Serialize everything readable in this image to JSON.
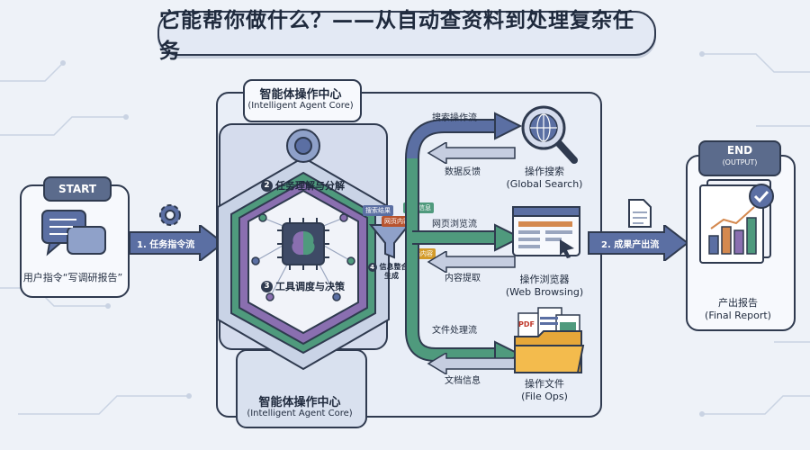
{
  "title": "它能帮你做什么？——从自动查资料到处理复杂任务",
  "start": {
    "badge": "START",
    "caption": "用户指令“写调研报告”"
  },
  "flow_in_label": "1. 任务指令流",
  "core": {
    "top_title": "智能体操作中心",
    "top_subtitle": "(Intelligent Agent Core)",
    "bottom_title": "智能体操作中心",
    "bottom_subtitle": "(Intelligent Agent Core)",
    "stage2": {
      "num": "2",
      "label": "任务理解与分解"
    },
    "stage3": {
      "num": "3",
      "label": "工具调度与决策"
    },
    "stage4": {
      "num": "4",
      "label": "信息整合与生成"
    },
    "chips": [
      "搜索结果",
      "文件信息",
      "网页内容",
      "文档内容"
    ]
  },
  "tools": {
    "search": {
      "out": "搜索操作流",
      "back": "数据反馈",
      "title": "操作搜索",
      "subtitle": "(Global Search)"
    },
    "browser": {
      "out": "网页浏览流",
      "back": "内容提取",
      "title": "操作浏览器",
      "subtitle": "(Web Browsing)"
    },
    "files": {
      "out": "文件处理流",
      "back": "文档信息",
      "title": "操作文件",
      "subtitle": "(File Ops)",
      "pdf": "PDF"
    }
  },
  "flow_out_label": "2. 成果产出流",
  "end": {
    "badge": "END",
    "badge_sub": "(OUTPUT)",
    "title": "产出报告",
    "subtitle": "(Final Report)"
  },
  "colors": {
    "dark": "#2f3a4f",
    "blue": "#5b6fa3",
    "green": "#4f9a7d",
    "purple": "#8a6fb0",
    "badge": "#5b6b8c"
  }
}
